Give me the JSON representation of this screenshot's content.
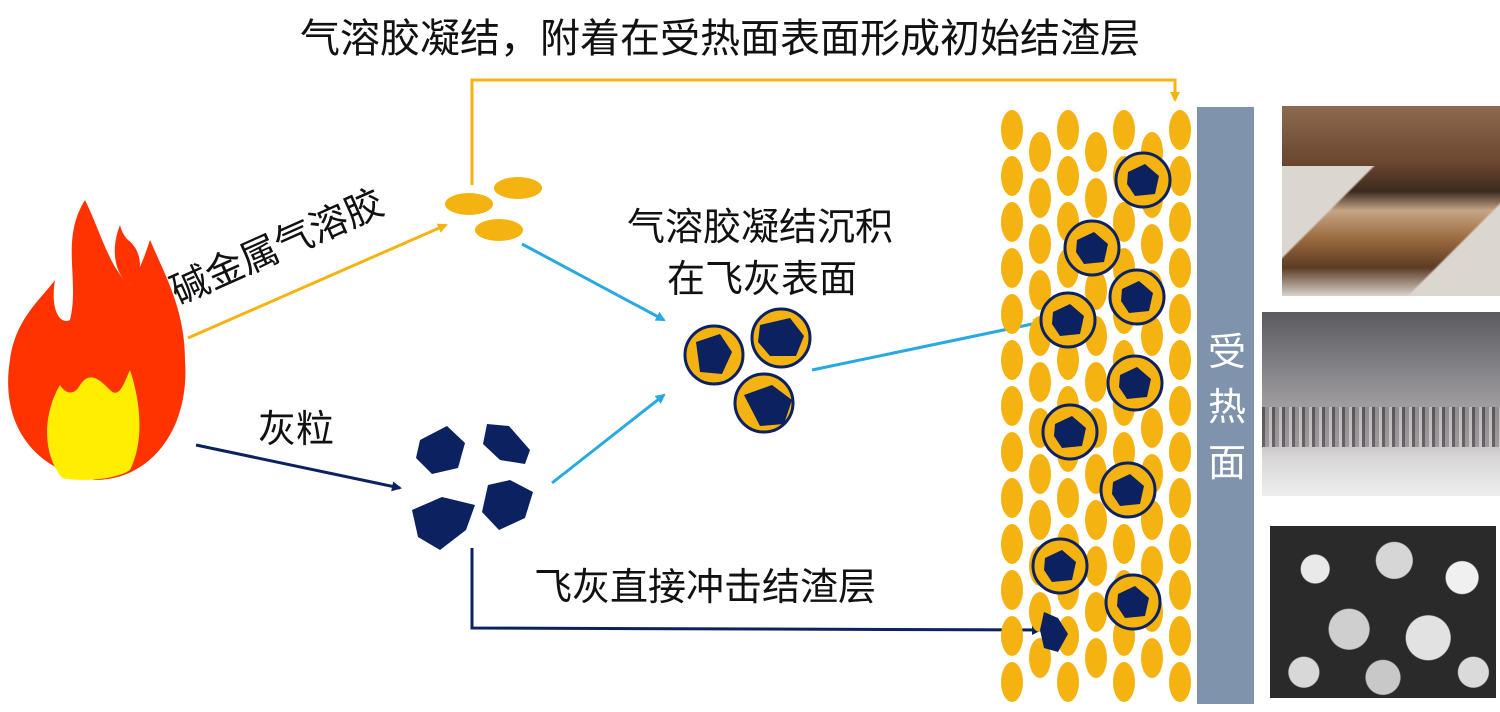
{
  "labels": {
    "top": "气溶胶凝结，附着在受热面表面形成初始结渣层",
    "alkali_aerosol": "碱金属气溶胶",
    "ash_particles": "灰粒",
    "condense_line1": "气溶胶凝结沉积",
    "condense_line2": "在飞灰表面",
    "impact": "飞灰直接冲击结渣层",
    "surface_char1": "受",
    "surface_char2": "热",
    "surface_char3": "面"
  },
  "colors": {
    "yellow": "#f5b312",
    "navy": "#0c2160",
    "cyan": "#27a9e1",
    "flame_red": "#ff3300",
    "flame_yellow": "#ffee00",
    "surface": "#8093ad"
  },
  "photos": [
    {
      "subject": "slag cross-section photo"
    },
    {
      "subject": "furnace slagging photo"
    },
    {
      "subject": "ash particle micrograph"
    }
  ]
}
